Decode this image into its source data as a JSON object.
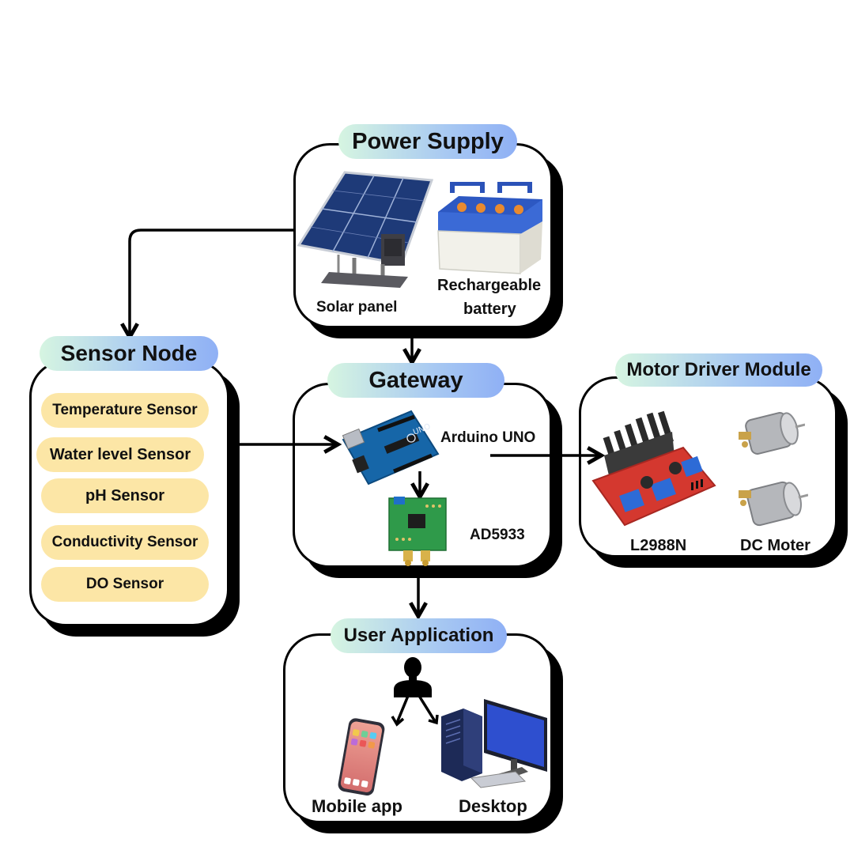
{
  "power_supply": {
    "title": "Power Supply",
    "solar_label": "Solar panel",
    "battery_label_1": "Rechargeable",
    "battery_label_2": "battery"
  },
  "sensor_node": {
    "title": "Sensor Node",
    "sensors": [
      "Temperature Sensor",
      "Water level Sensor",
      "pH Sensor",
      "Conductivity Sensor",
      "DO Sensor"
    ]
  },
  "gateway": {
    "title": "Gateway",
    "arduino_label": "Arduino UNO",
    "ad_label": "AD5933"
  },
  "motor_driver": {
    "title": "Motor Driver Module",
    "driver_label": "L2988N",
    "motor_label": "DC Moter"
  },
  "user_application": {
    "title": "User Application",
    "mobile_label": "Mobile app",
    "desktop_label": "Desktop"
  },
  "arduino_board": {
    "board_text": "UNO"
  },
  "colors": {
    "pill_start": "#d6f5e1",
    "pill_end": "#8fb0f5",
    "sensor_pill": "#fce6a6",
    "box_border": "#000000"
  },
  "icons": [
    "solar-panel-icon",
    "battery-icon",
    "arduino-board-icon",
    "ad5933-board-icon",
    "motor-driver-icon",
    "dc-motor-icon",
    "user-icon",
    "smartphone-icon",
    "desktop-computer-icon"
  ]
}
